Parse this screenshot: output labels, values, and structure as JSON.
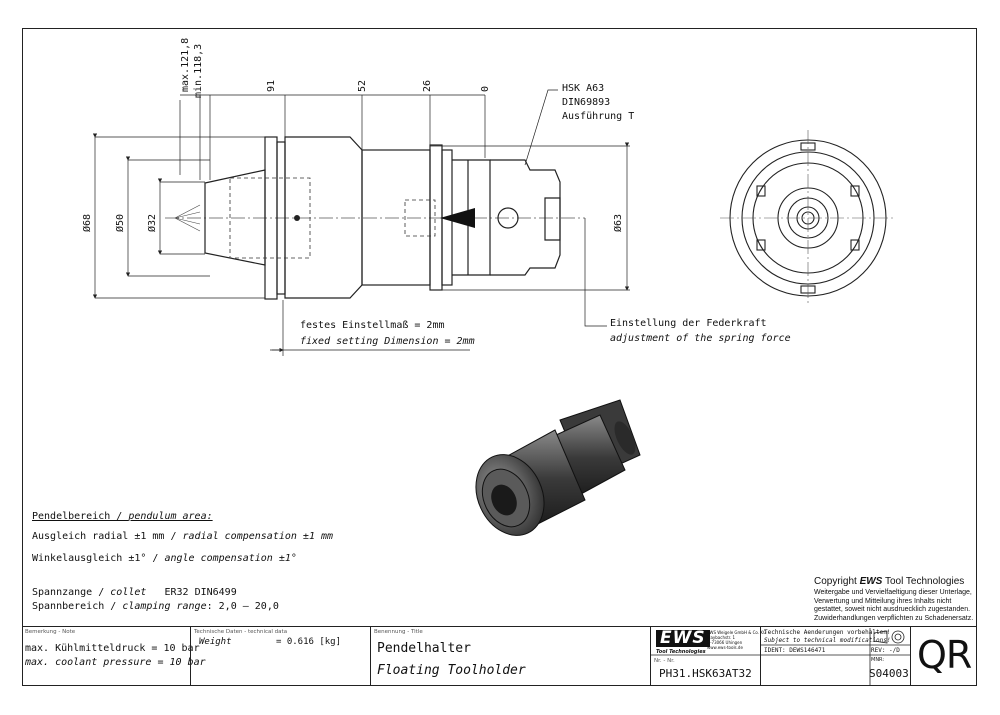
{
  "dims": {
    "max": "max.121,8",
    "min": "min.118,3",
    "d91": "91",
    "d52": "52",
    "d26": "26",
    "d0": "0",
    "dia68": "Ø68",
    "dia50": "Ø50",
    "dia32": "Ø32",
    "dia63": "Ø63"
  },
  "hsk": {
    "line1": "HSK A63",
    "line2": "DIN69893",
    "line3": "Ausführung T"
  },
  "setting": {
    "de": "festes Einstellmaß = 2mm",
    "en": "fixed setting Dimension = 2mm"
  },
  "spring": {
    "de": "Einstellung der Federkraft",
    "en": "adjustment of the spring force"
  },
  "notes": {
    "pendulum_de": "Pendelbereich / ",
    "pendulum_en": "pendulum area:",
    "radial_de": "Ausgleich radial ±1 mm / ",
    "radial_en": "radial compensation ±1 mm",
    "angle_de": "Winkelausgleich ±1° / ",
    "angle_en": "angle compensation ±1°",
    "collet_de": "Spannzange / ",
    "collet_en": "collet",
    "collet_val": "ER32   DIN6499",
    "range_de": "Spannbereich / ",
    "range_en": "clamping range",
    "range_val": ": 2,0 – 20,0"
  },
  "copyright": {
    "title_pre": "Copyright ",
    "title_brand": "EWS",
    "title_post": " Tool Technologies",
    "l1": "Weitergabe und Vervielfaeltigung dieser Unterlage,",
    "l2": "Verwertung und Mitteilung ihres Inhalts nicht",
    "l3": "gestattet, soweit nicht ausdruecklich zugestanden.",
    "l4": "Zuwiderhandlungen verpflichten zu Schadenersatz."
  },
  "titleblock": {
    "note_label": "Bemerkung - Note",
    "note1": "max. Kühlmitteldruck = 10 bar",
    "note2": "max. coolant pressure = 10 bar",
    "tech_label": "Technische Daten - technical data",
    "weight_label": "Weight",
    "weight_val": "=   0.616 [kg]",
    "title_label": "Benennung - Title",
    "title_de": "Pendelhalter",
    "title_en": "Floating Toolholder",
    "logo": "EWS",
    "logo_sub": "Tool Technologies",
    "addr1": "EWS Weigele GmbH & Co. KG",
    "addr2": "Maybachstr. 1",
    "addr3": "D-73066 Uhingen",
    "addr4": "www.ews-tools.de",
    "change_de": "Technische Aenderungen vorbehalten!",
    "change_en": "Subject to technical modifications!",
    "ident": "IDENT: DEWS146471",
    "rev": "REV:  -/D",
    "nr_label": "Nr. - Nr.",
    "nr": "PH31.HSK63AT32",
    "mnr_label": "MNR:",
    "mnr": "S04003",
    "qr": "QR"
  }
}
